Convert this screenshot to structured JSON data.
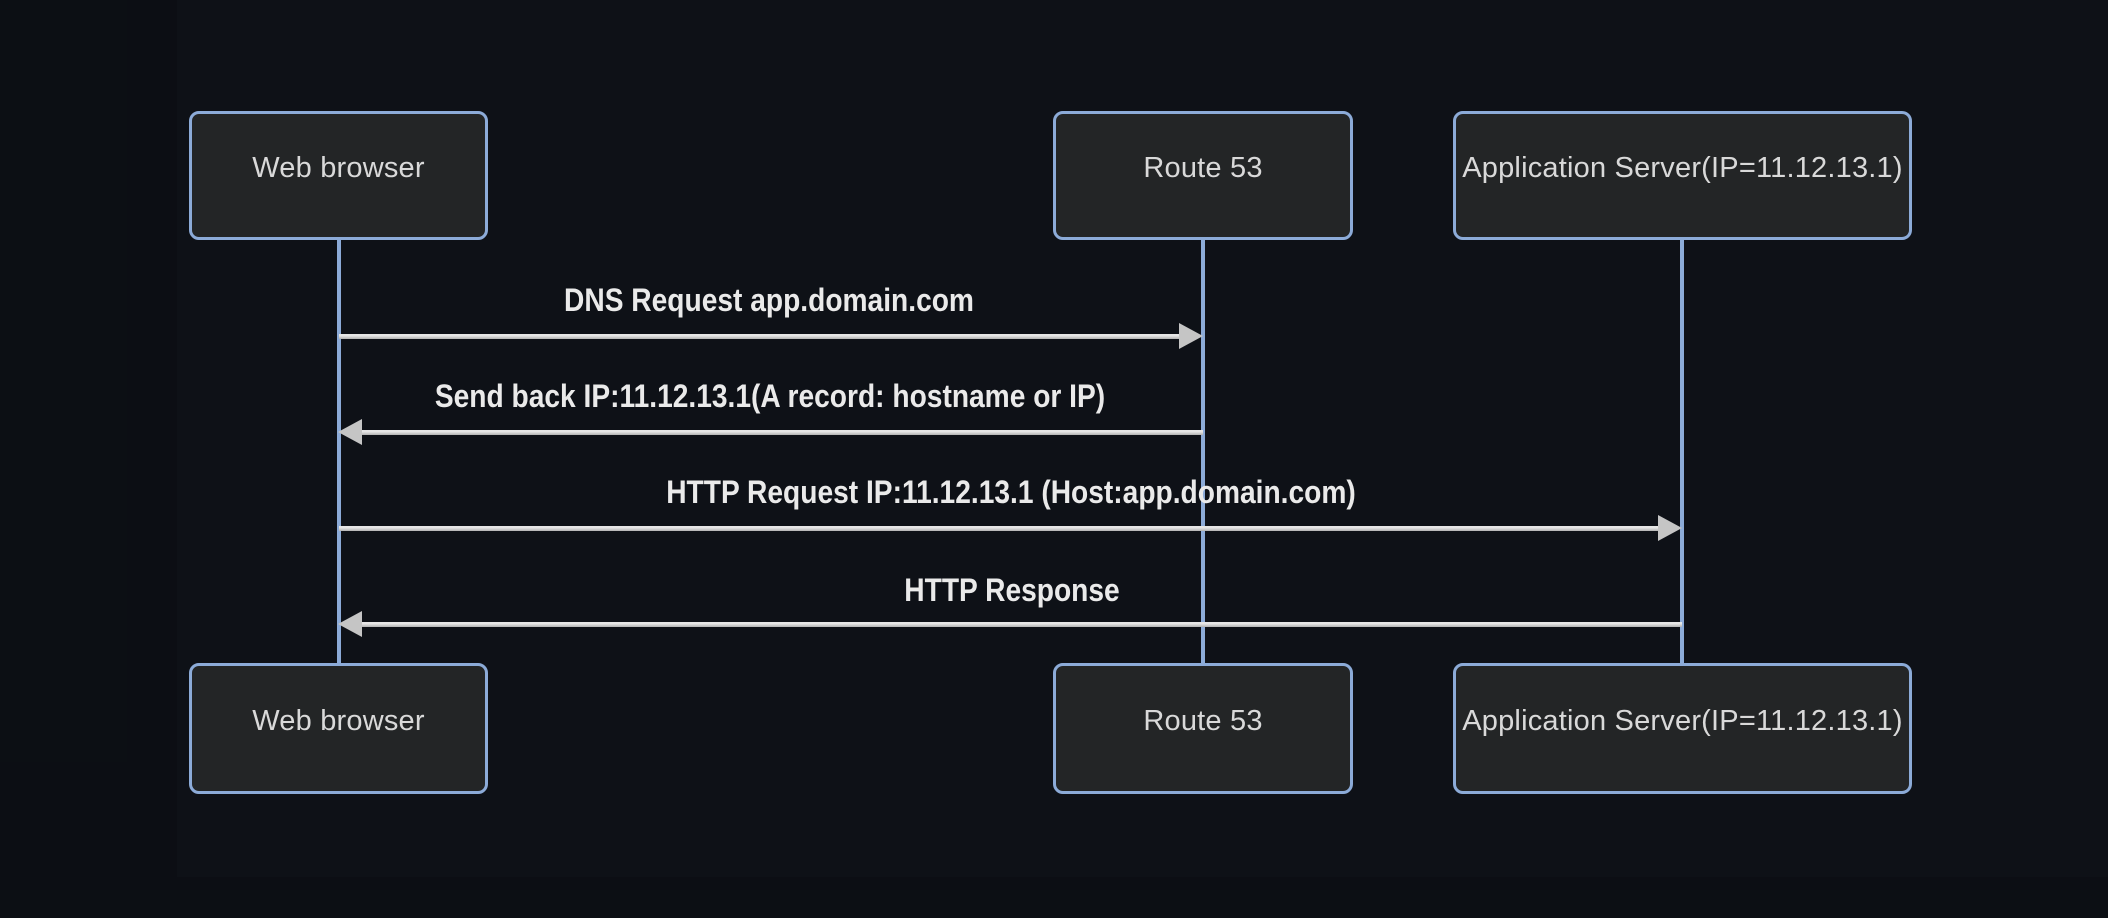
{
  "diagram": {
    "type": "sequence-diagram",
    "actors": [
      {
        "id": "web-browser",
        "label": "Web browser"
      },
      {
        "id": "route-53",
        "label": "Route 53"
      },
      {
        "id": "app-server",
        "label": "Application Server(IP=11.12.13.1)"
      }
    ],
    "messages": [
      {
        "from": "web-browser",
        "to": "route-53",
        "direction": "right",
        "arrow": "solid-filled-head",
        "label": "DNS Request app.domain.com"
      },
      {
        "from": "route-53",
        "to": "web-browser",
        "direction": "left",
        "arrow": "solid-filled-head",
        "label": "Send back IP:11.12.13.1(A record: hostname or IP)"
      },
      {
        "from": "web-browser",
        "to": "app-server",
        "direction": "right",
        "arrow": "solid-filled-head",
        "label": "HTTP Request IP:11.12.13.1 (Host:app.domain.com)"
      },
      {
        "from": "app-server",
        "to": "web-browser",
        "direction": "left",
        "arrow": "solid-filled-head",
        "label": "HTTP Response"
      }
    ],
    "colors": {
      "background": "#0e1117",
      "actor_fill": "#232526",
      "actor_border": "#8cabd8",
      "lifeline": "#8cabd8",
      "arrow": "#c5c5c5",
      "actor_text": "#d9d9d9",
      "message_text": "#eaeaea"
    }
  }
}
